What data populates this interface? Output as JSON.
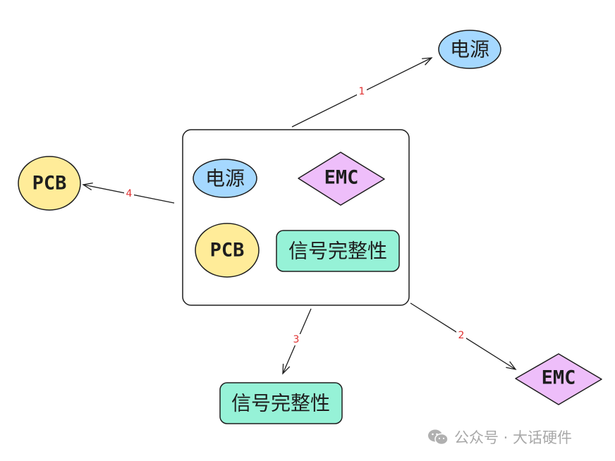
{
  "container": {
    "nodes": {
      "power": "电源",
      "emc": "EMC",
      "pcb": "PCB",
      "signal_integrity": "信号完整性"
    }
  },
  "outer_nodes": {
    "power": "电源",
    "emc": "EMC",
    "pcb": "PCB",
    "signal_integrity": "信号完整性"
  },
  "edges": [
    {
      "label": "1",
      "to": "电源"
    },
    {
      "label": "2",
      "to": "EMC"
    },
    {
      "label": "3",
      "to": "信号完整性"
    },
    {
      "label": "4",
      "to": "PCB"
    }
  ],
  "colors": {
    "power": "#a5d8ff",
    "emc": "#eebefa",
    "pcb": "#ffec99",
    "signal_integrity": "#96f2d7",
    "edge_label": "#e03131"
  },
  "watermark": {
    "icon": "wechat-icon",
    "text": "公众号 · 大话硬件"
  }
}
